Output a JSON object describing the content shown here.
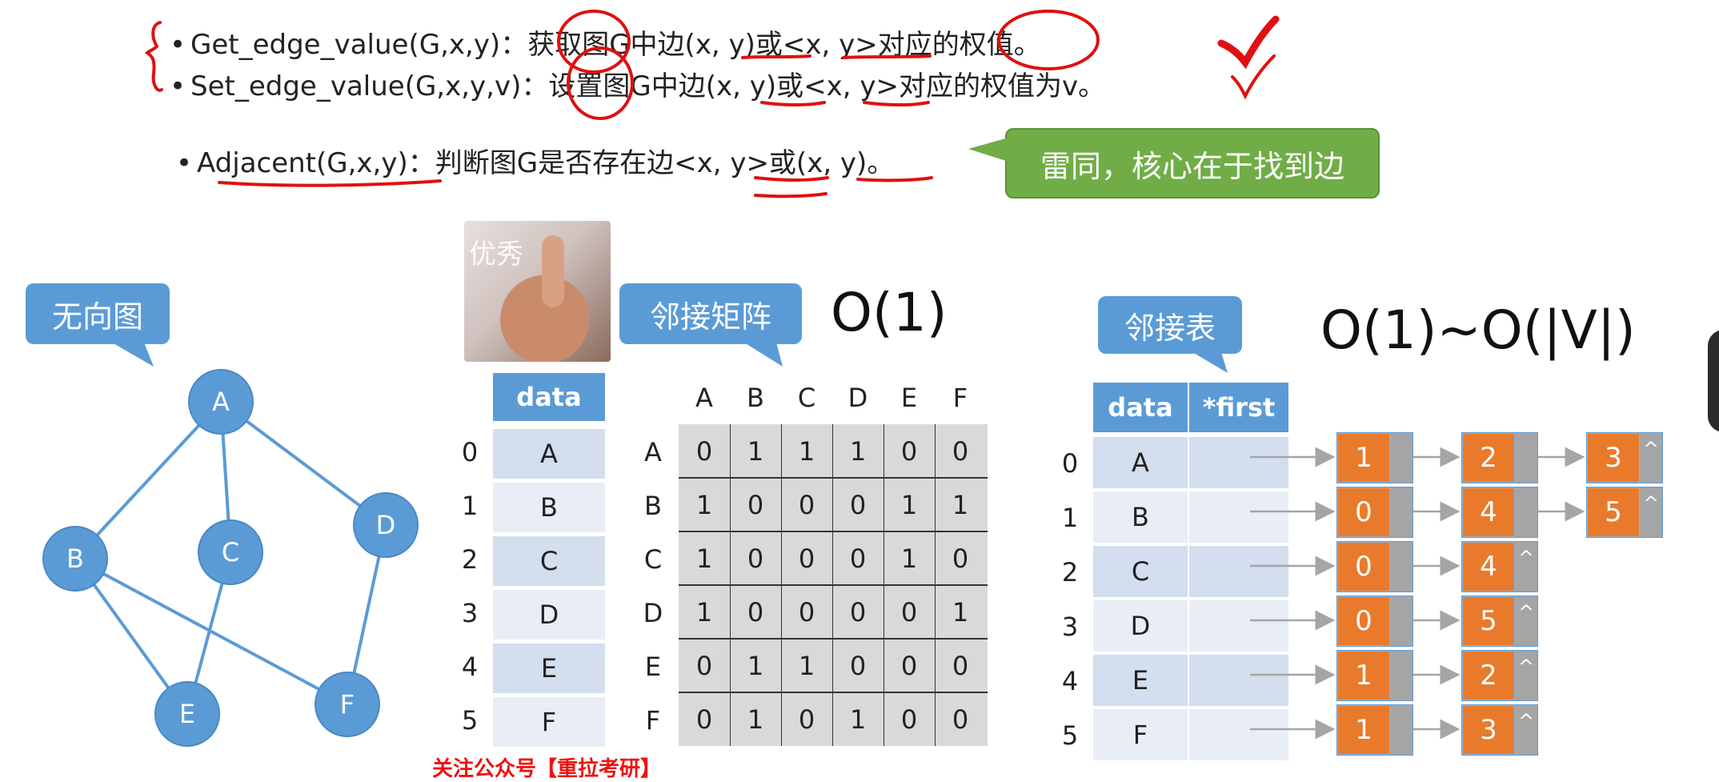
{
  "operations": [
    {
      "name": "Get_edge_value(G,x,y)：",
      "desc": "获取图G中边(x, y)或<x, y>对应的权值。"
    },
    {
      "name": "Set_edge_value(G,x,y,v)：",
      "desc": "设置图G中边(x, y)或<x, y>对应的权值为v。"
    },
    {
      "name": "Adjacent(G,x,y)：",
      "desc": "判断图G是否存在边<x, y>或(x, y)。"
    }
  ],
  "bullet": "•",
  "callouts": {
    "similar": "雷同，核心在于找到边",
    "undirected": "无向图",
    "matrix": "邻接矩阵",
    "list": "邻接表"
  },
  "photo_caption": "优秀",
  "complexity": {
    "matrix": "O(1)",
    "list": "O(1)~O(|V|)"
  },
  "graph": {
    "vertices": [
      "A",
      "B",
      "C",
      "D",
      "E",
      "F"
    ],
    "edges": [
      [
        "A",
        "B"
      ],
      [
        "A",
        "C"
      ],
      [
        "A",
        "D"
      ],
      [
        "B",
        "E"
      ],
      [
        "B",
        "F"
      ],
      [
        "C",
        "E"
      ],
      [
        "D",
        "F"
      ]
    ],
    "stroke_color": "#5b9bd5"
  },
  "matrix": {
    "data_header": "data",
    "indices": [
      "0",
      "1",
      "2",
      "3",
      "4",
      "5"
    ],
    "labels": [
      "A",
      "B",
      "C",
      "D",
      "E",
      "F"
    ],
    "rows": [
      [
        "0",
        "1",
        "1",
        "1",
        "0",
        "0"
      ],
      [
        "1",
        "0",
        "0",
        "0",
        "1",
        "1"
      ],
      [
        "1",
        "0",
        "0",
        "0",
        "1",
        "0"
      ],
      [
        "1",
        "0",
        "0",
        "0",
        "0",
        "1"
      ],
      [
        "0",
        "1",
        "1",
        "0",
        "0",
        "0"
      ],
      [
        "0",
        "1",
        "0",
        "1",
        "0",
        "0"
      ]
    ]
  },
  "adj_list": {
    "data_header": "data",
    "first_header": "*first",
    "indices": [
      "0",
      "1",
      "2",
      "3",
      "4",
      "5"
    ],
    "labels": [
      "A",
      "B",
      "C",
      "D",
      "E",
      "F"
    ],
    "chains": [
      [
        "1",
        "2",
        "3"
      ],
      [
        "0",
        "4",
        "5"
      ],
      [
        "0",
        "4"
      ],
      [
        "0",
        "5"
      ],
      [
        "1",
        "2"
      ],
      [
        "1",
        "3"
      ]
    ],
    "null_mark": "^"
  },
  "colors": {
    "blue": "#5b9bd5",
    "orange": "#e97a2b",
    "green": "#70ad47",
    "red_ink": "#e01010"
  },
  "watermark": "关注公众号【重拉考研】"
}
